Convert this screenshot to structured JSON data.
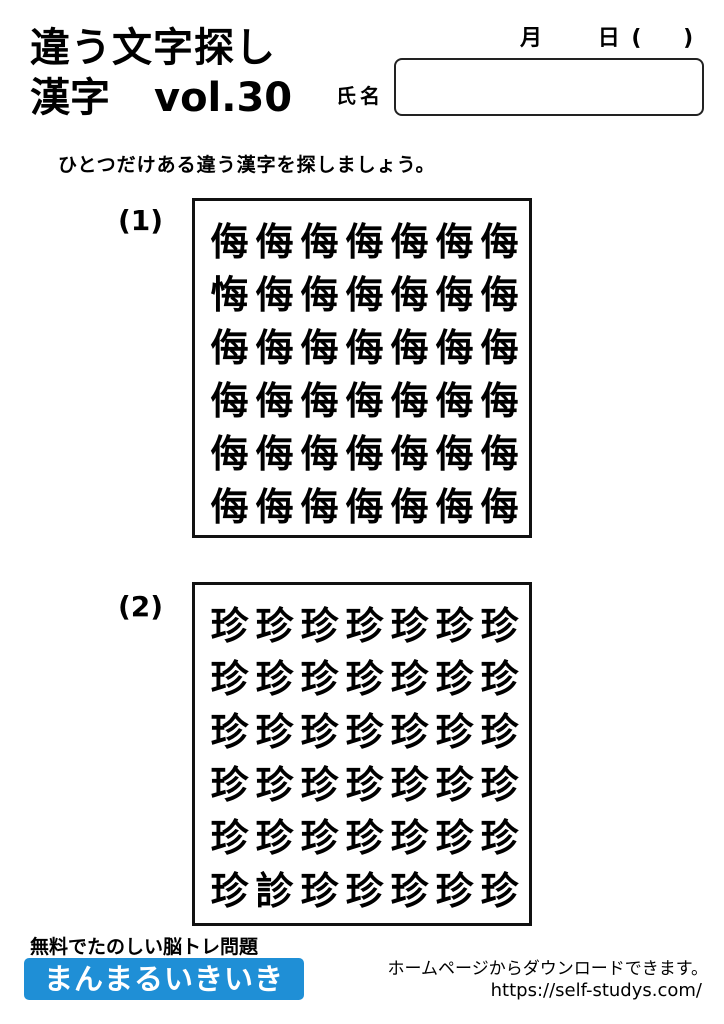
{
  "header": {
    "title_line1": "違う文字探し",
    "title_line2_main": "漢字",
    "title_line2_vol": "vol.30",
    "date_month": "月",
    "date_day": "日",
    "date_paren_open": "(",
    "date_paren_close": ")",
    "name_label": "氏名"
  },
  "instruction": "ひとつだけある違う漢字を探しましょう。",
  "puzzles": [
    {
      "label": "(1)",
      "grid": [
        [
          "侮",
          "侮",
          "侮",
          "侮",
          "侮",
          "侮",
          "侮"
        ],
        [
          "悔",
          "侮",
          "侮",
          "侮",
          "侮",
          "侮",
          "侮"
        ],
        [
          "侮",
          "侮",
          "侮",
          "侮",
          "侮",
          "侮",
          "侮"
        ],
        [
          "侮",
          "侮",
          "侮",
          "侮",
          "侮",
          "侮",
          "侮"
        ],
        [
          "侮",
          "侮",
          "侮",
          "侮",
          "侮",
          "侮",
          "侮"
        ],
        [
          "侮",
          "侮",
          "侮",
          "侮",
          "侮",
          "侮",
          "侮"
        ]
      ]
    },
    {
      "label": "(2)",
      "grid": [
        [
          "珍",
          "珍",
          "珍",
          "珍",
          "珍",
          "珍",
          "珍"
        ],
        [
          "珍",
          "珍",
          "珍",
          "珍",
          "珍",
          "珍",
          "珍"
        ],
        [
          "珍",
          "珍",
          "珍",
          "珍",
          "珍",
          "珍",
          "珍"
        ],
        [
          "珍",
          "珍",
          "珍",
          "珍",
          "珍",
          "珍",
          "珍"
        ],
        [
          "珍",
          "珍",
          "珍",
          "珍",
          "珍",
          "珍",
          "珍"
        ],
        [
          "珍",
          "診",
          "珍",
          "珍",
          "珍",
          "珍",
          "珍"
        ]
      ]
    }
  ],
  "footer": {
    "tagline": "無料でたのしい脳トレ問題",
    "brand": "まんまるいきいき",
    "download_note": "ホームページからダウンロードできます。",
    "url": "https://self-studys.com/"
  },
  "colors": {
    "brand_background": "#1f8fd6",
    "brand_text": "#ffffff"
  }
}
